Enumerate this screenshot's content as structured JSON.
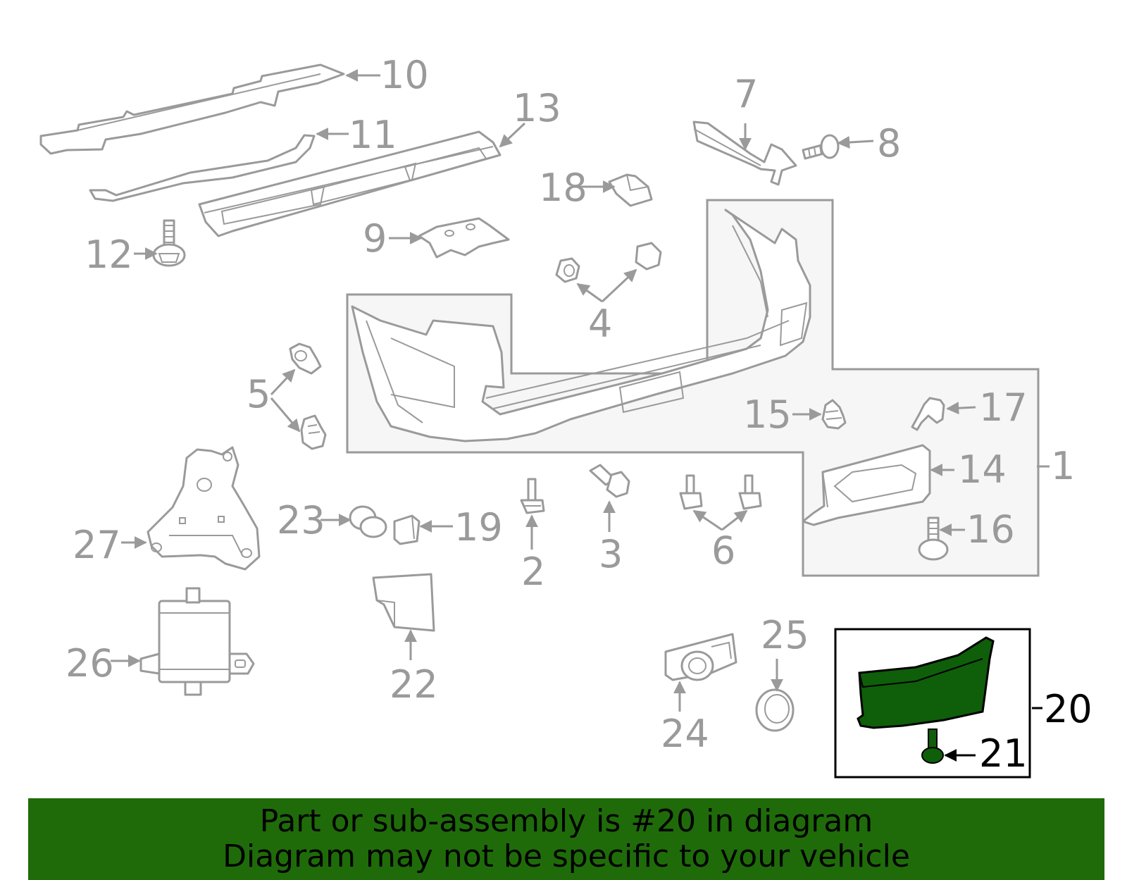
{
  "diagram": {
    "labels": [
      "1",
      "2",
      "3",
      "4",
      "5",
      "6",
      "7",
      "8",
      "9",
      "10",
      "11",
      "12",
      "13",
      "14",
      "15",
      "16",
      "17",
      "18",
      "19",
      "20",
      "21",
      "22",
      "23",
      "24",
      "25",
      "26",
      "27"
    ],
    "highlight_part": "20",
    "highlight_subpart": "21",
    "colors": {
      "line": "#9a9a9a",
      "highlight": "#1a5e0a",
      "banner": "#1f6b0a",
      "assembly_bg": "#f6f6f6"
    }
  },
  "banner": {
    "line1": "Part or sub-assembly is #20 in diagram",
    "line2": "Diagram may not be specific to your vehicle"
  }
}
